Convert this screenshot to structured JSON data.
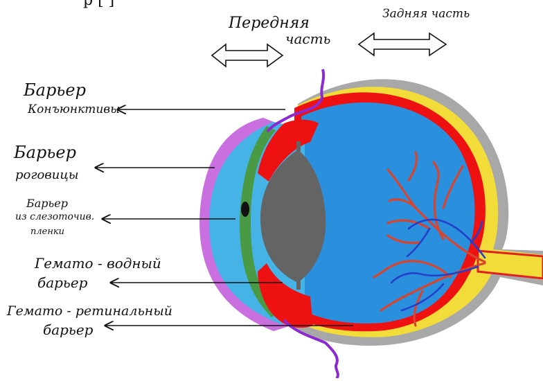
{
  "header_fragment": "р [  ]",
  "regions": {
    "anterior": [
      "Передняя",
      "часть"
    ],
    "posterior": "Задняя часть"
  },
  "barriers": [
    {
      "lines": [
        "Барьер",
        "Конъюнктивы"
      ]
    },
    {
      "lines": [
        "Барьер",
        "роговицы"
      ]
    },
    {
      "lines": [
        "Барьер",
        "из слезоточив.",
        "пленки"
      ]
    },
    {
      "lines": [
        "Гемато - водный",
        "барьер"
      ]
    },
    {
      "lines": [
        "Гемато - ретинальный",
        "барьер"
      ]
    }
  ],
  "colors": {
    "sclera_outer": "#a8a8a8",
    "choroid_yellow": "#f2dc3a",
    "retina_red": "#ee1111",
    "vitreous_blue": "#2a90de",
    "anterior_light_blue": "#45b3e6",
    "cornea_violet": "#c96fe0",
    "tear_film_green": "#4a9a45",
    "lens_gray": "#646464",
    "vessels_red": "#d8452e",
    "vessels_blue": "#2440c8",
    "conjunctiva_purple": "#8a2ad0"
  }
}
